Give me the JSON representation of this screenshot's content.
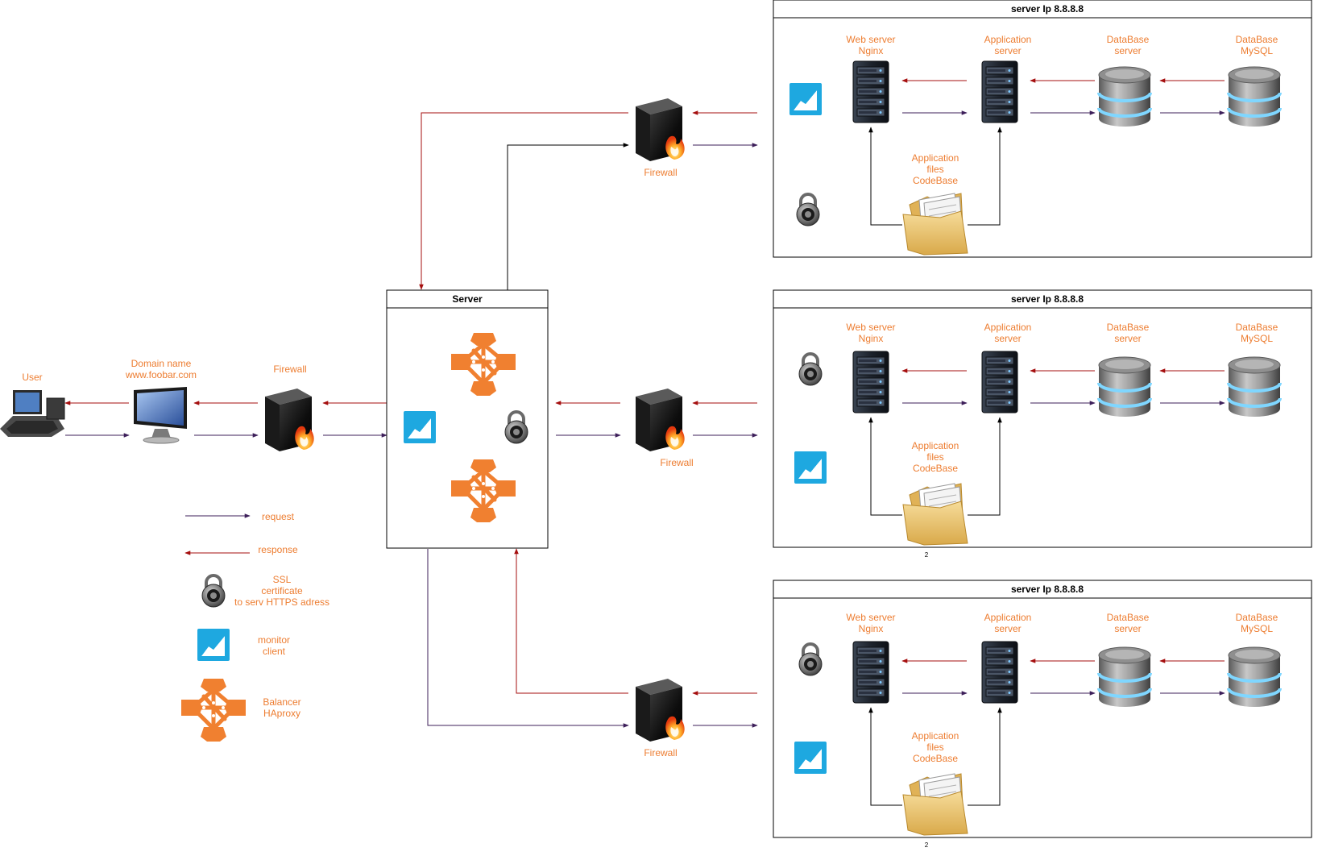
{
  "colors": {
    "request": "#3D1F5A",
    "response": "#A50F0F",
    "label": "#ED7D31",
    "balancer": "#F08030",
    "monitor": "#1EA8E0"
  },
  "client": {
    "user_label": "User",
    "domain_label_1": "Domain name",
    "domain_label_2": "www.foobar.com",
    "firewall_label": "Firewall"
  },
  "lb": {
    "title": "Server"
  },
  "firewalls": {
    "top_label": "Firewall",
    "mid_label": "Firewall",
    "bottom_label": "Firewall"
  },
  "server_groups": [
    {
      "title": "server Ip 8.8.8.8",
      "web_1": "Web server",
      "web_2": "Nginx",
      "app_1": "Application",
      "app_2": "server",
      "db_1": "DataBase",
      "db_2": "server",
      "mysql_1": "DataBase",
      "mysql_2": "MySQL",
      "files_1": "Application",
      "files_2": "files",
      "files_3": "CodeBase",
      "footnote": ""
    },
    {
      "title": "server Ip 8.8.8.8",
      "web_1": "Web server",
      "web_2": "Nginx",
      "app_1": "Application",
      "app_2": "server",
      "db_1": "DataBase",
      "db_2": "server",
      "mysql_1": "DataBase",
      "mysql_2": "MySQL",
      "files_1": "Application",
      "files_2": "files",
      "files_3": "CodeBase",
      "footnote": "2"
    },
    {
      "title": "server Ip 8.8.8.8",
      "web_1": "Web server",
      "web_2": "Nginx",
      "app_1": "Application",
      "app_2": "server",
      "db_1": "DataBase",
      "db_2": "server",
      "mysql_1": "DataBase",
      "mysql_2": "MySQL",
      "files_1": "Application",
      "files_2": "files",
      "files_3": "CodeBase",
      "footnote": "2"
    }
  ],
  "legend": {
    "request": "request",
    "response": "response",
    "ssl_1": "SSL",
    "ssl_2": "certificate",
    "ssl_3": "to serv HTTPS adress",
    "monitor_1": "monitor",
    "monitor_2": "client",
    "balancer_1": "Balancer",
    "balancer_2": "HAproxy"
  }
}
